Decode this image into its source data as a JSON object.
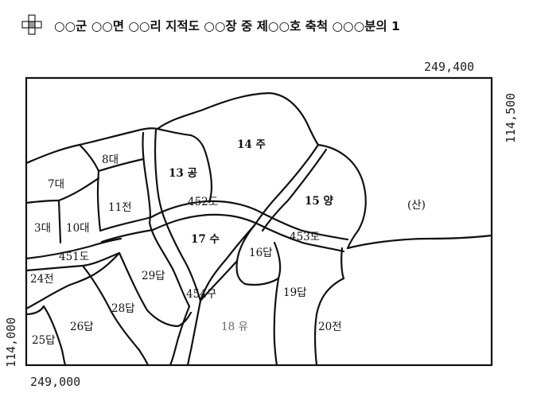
{
  "header": {
    "title": "○○군 ○○면 ○○리 지적도 ○○장 중 제○○호  축척 ○○○분의 1"
  },
  "coords": {
    "top_right_x": "249,400",
    "right_y": "114,500",
    "left_y": "114,000",
    "bottom_left_x": "249,000"
  },
  "parcels": [
    {
      "id": "p8",
      "label": "8대",
      "style": "normal"
    },
    {
      "id": "p7",
      "label": "7대",
      "style": "normal"
    },
    {
      "id": "p13",
      "label": "13 공",
      "style": "bold"
    },
    {
      "id": "p14",
      "label": "14 주",
      "style": "bold"
    },
    {
      "id": "p11",
      "label": "11전",
      "style": "normal"
    },
    {
      "id": "p15",
      "label": "15 양",
      "style": "bold"
    },
    {
      "id": "pmt",
      "label": "(산)",
      "style": "normal"
    },
    {
      "id": "p3",
      "label": "3대",
      "style": "normal"
    },
    {
      "id": "p10",
      "label": "10대",
      "style": "normal"
    },
    {
      "id": "p17",
      "label": "17 수",
      "style": "bold"
    },
    {
      "id": "p16",
      "label": "16답",
      "style": "normal"
    },
    {
      "id": "p24",
      "label": "24전",
      "style": "normal"
    },
    {
      "id": "p29",
      "label": "29답",
      "style": "normal"
    },
    {
      "id": "p19",
      "label": "19답",
      "style": "normal"
    },
    {
      "id": "p28",
      "label": "28답",
      "style": "normal"
    },
    {
      "id": "p26",
      "label": "26답",
      "style": "normal"
    },
    {
      "id": "p18",
      "label": "18 유",
      "style": "gray"
    },
    {
      "id": "p20",
      "label": "20전",
      "style": "normal"
    },
    {
      "id": "p25",
      "label": "25답",
      "style": "normal"
    }
  ],
  "roads": [
    {
      "id": "r452",
      "label": "452도"
    },
    {
      "id": "r453",
      "label": "453도"
    },
    {
      "id": "r451",
      "label": "451도"
    },
    {
      "id": "r454",
      "label": "454구"
    }
  ]
}
